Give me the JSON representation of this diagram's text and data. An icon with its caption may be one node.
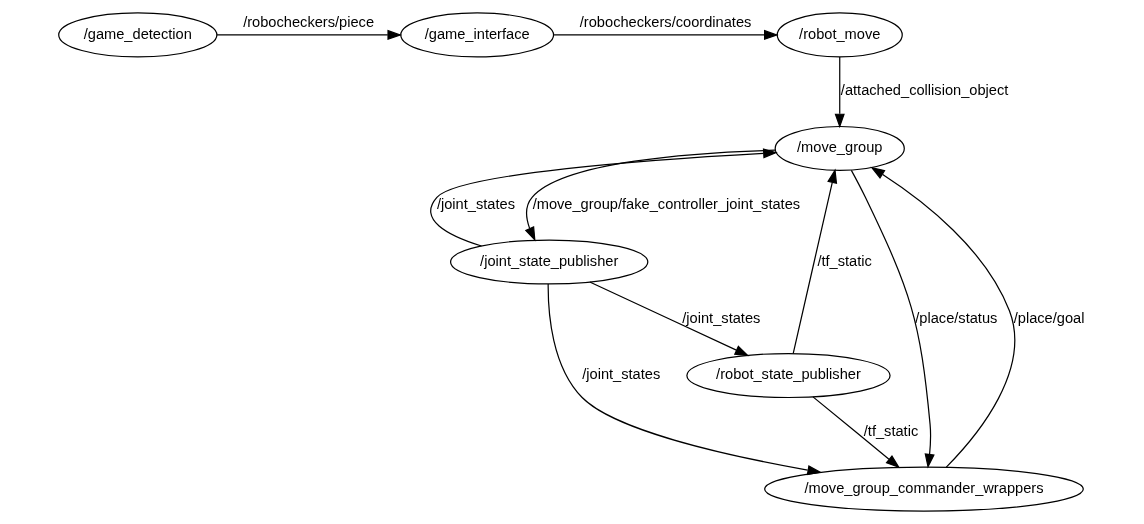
{
  "diagram": {
    "nodes": [
      {
        "text": [
          "/game_detection"
        ]
      },
      {
        "text": [
          "/game_interface"
        ]
      },
      {
        "text": [
          "/robot_move"
        ]
      },
      {
        "text": [
          "/move_group"
        ]
      },
      {
        "text": [
          "/robot_state_publisher"
        ]
      },
      {
        "text": [
          "/joint_state_publisher"
        ]
      },
      {
        "text": [
          "/move_group_commander_wrappers"
        ]
      }
    ],
    "edges": [
      {
        "from": 0,
        "to": 1,
        "arrow": "to",
        "label": "/robocheckers/piece"
      },
      {
        "from": 1,
        "to": 2,
        "arrow": "to",
        "label": "/robocheckers/coordinates"
      },
      {
        "from": 2,
        "to": 3,
        "arrow": "to",
        "label": "/attached_collision_object"
      },
      {
        "from": 3,
        "to": 5,
        "arrow": "to",
        "label": "/move_group/fake_controller_joint_states"
      },
      {
        "from": 5,
        "to": 3,
        "arrow": "to",
        "label": "/joint_states"
      },
      {
        "from": 4,
        "to": 3,
        "arrow": "to",
        "label": "/tf_static"
      },
      {
        "from": 3,
        "to": 6,
        "arrow": "to",
        "label": "/place/status"
      },
      {
        "from": 6,
        "to": 3,
        "arrow": "to",
        "label": "/place/goal"
      },
      {
        "from": 4,
        "to": 6,
        "arrow": "to",
        "label": "/tf_static"
      },
      {
        "from": 5,
        "to": 6,
        "arrow": "to",
        "label": "/joint_states"
      },
      {
        "from": 5,
        "to": 4,
        "arrow": "to",
        "label": "/joint_states"
      }
    ]
  }
}
